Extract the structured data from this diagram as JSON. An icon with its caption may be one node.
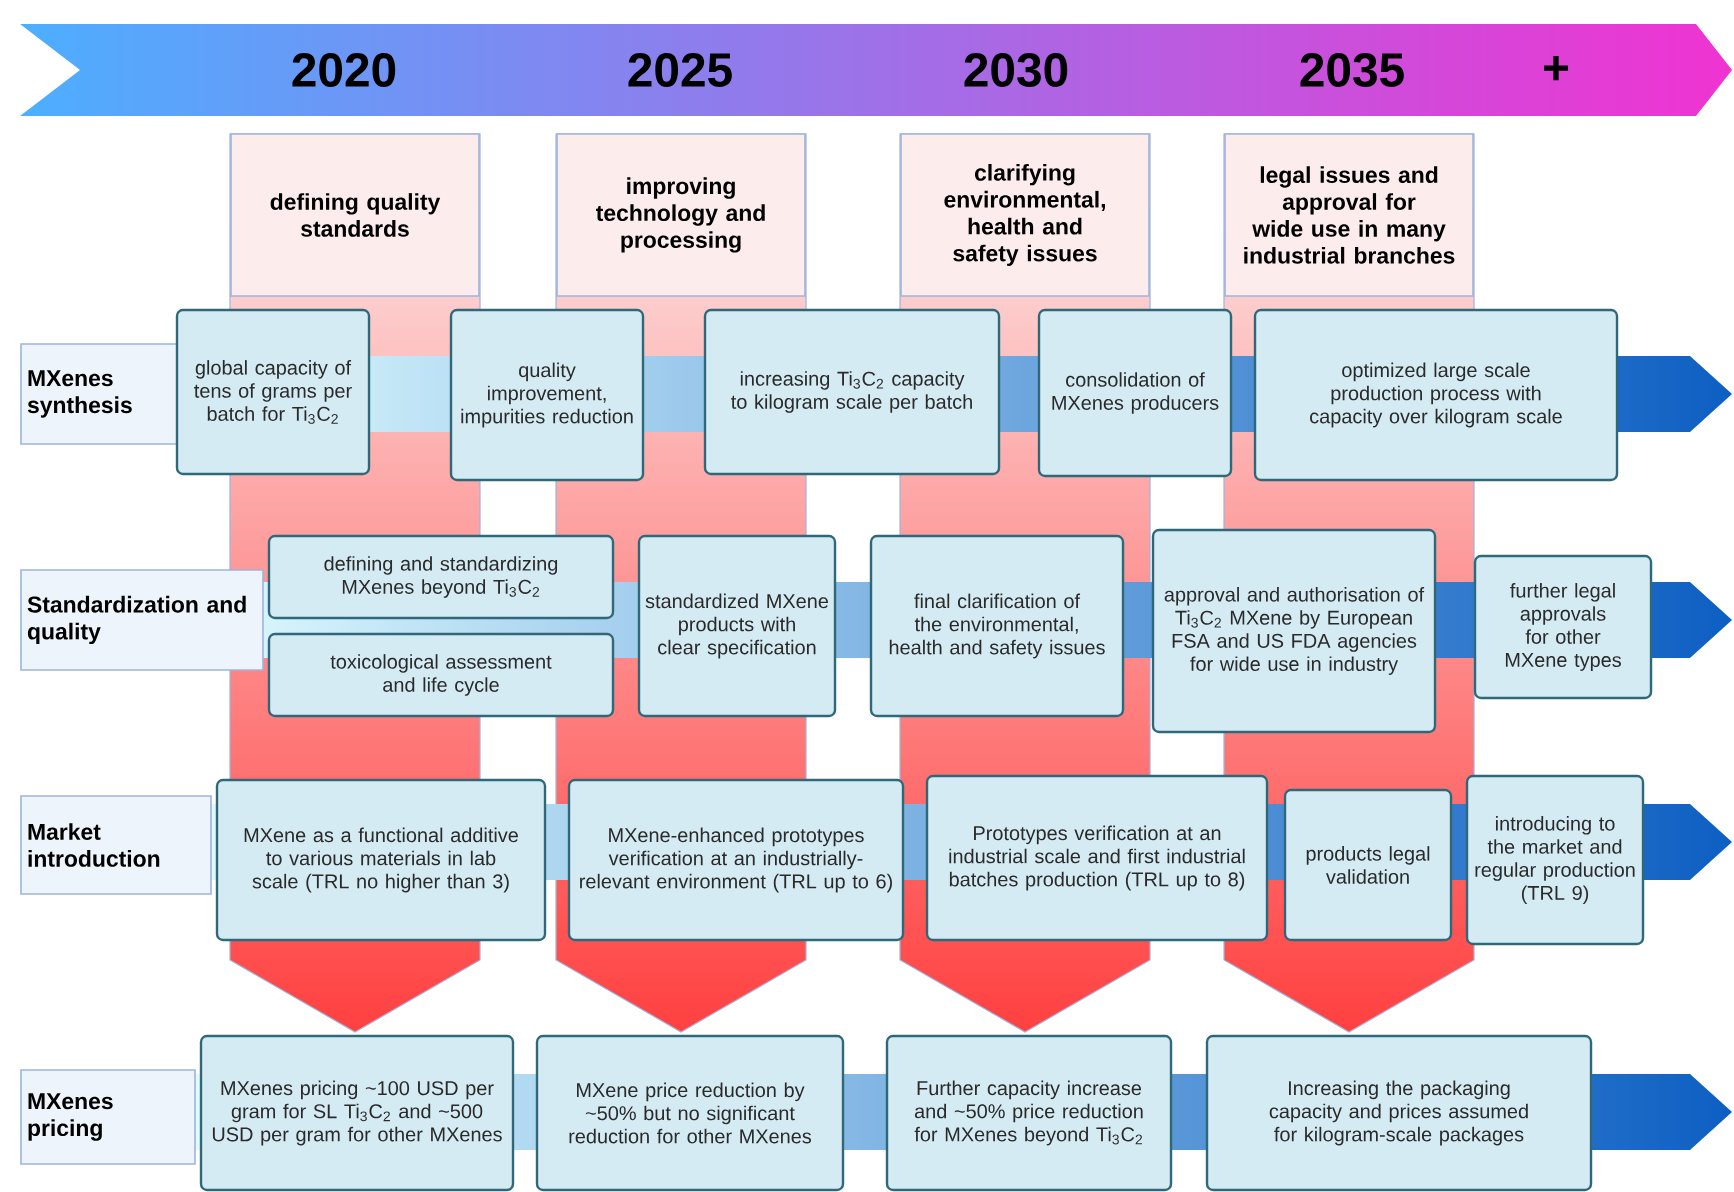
{
  "diagram": {
    "nodes": [
      {
        "text": [
          "defining quality standards"
        ]
      },
      {
        "text": [
          "improving technology and processing"
        ]
      },
      {
        "text": [
          "clarifying environmental, health and safety issues"
        ]
      },
      {
        "text": [
          "legal issues and approval for wide use in many industrial branches"
        ]
      },
      {
        "text": [
          "MXenes synthesis"
        ]
      },
      {
        "text": [
          "global capacity of tens of grams per batch for Ti$_{3}$C$_{2}$"
        ]
      },
      {
        "text": [
          "quality improvement, impurities reduction"
        ]
      },
      {
        "text": [
          "increasing Ti$_{3}$C$_{2}$ capacity to kilogram scale per batch"
        ]
      },
      {
        "text": [
          "consolidation of MXenes producers"
        ]
      },
      {
        "text": [
          "optimized large scale production process with capacity over kilogram scale"
        ]
      },
      {
        "text": [
          "Standardization and quality"
        ]
      },
      {
        "text": [
          "defining and standardizing MXenes beyond Ti$_{3}$C$_{2}$"
        ]
      },
      {
        "text": [
          "toxicological assessment and life cycle"
        ]
      },
      {
        "text": [
          "standardized MXene products with clear specification"
        ]
      },
      {
        "text": [
          "final clarification of the environmental, health and safety issues"
        ]
      },
      {
        "text": [
          "approval and authorisation of Ti$_{3}$C$_{2}$ MXene by European FSA and US FDA agencies for wide use in industry"
        ]
      },
      {
        "text": [
          "further legal approvals for other MXene types"
        ]
      },
      {
        "text": [
          "Market introduction"
        ]
      },
      {
        "text": [
          "MXene as a functional additive to various materials in lab scale (TRL no higher than 3)"
        ]
      },
      {
        "text": [
          "MXene-enhanced prototypes verification at an industrially-relevant environment (TRL up to 6)"
        ]
      },
      {
        "text": [
          "Prototypes verification at an industrial scale and first industrial batches production (TRL up to 8)"
        ]
      },
      {
        "text": [
          "products legal validation"
        ]
      },
      {
        "text": [
          "introducing to the market and regular production (TRL 9)"
        ]
      },
      {
        "text": [
          "MXenes pricing"
        ]
      },
      {
        "text": [
          "MXenes pricing ~100 USD per gram for SL Ti$_{3}$C$_{2}$ and ~500 USD per gram for other MXenes"
        ]
      },
      {
        "text": [
          "MXene price reduction by ~50% but no significant reduction for other MXenes"
        ]
      },
      {
        "text": [
          "Further capacity increase and ~50% price reduction for MXenes beyond Ti$_{3}$C$_{2}$"
        ]
      },
      {
        "text": [
          "Increasing the packaging capacity and prices assumed for kilogram-scale packages"
        ]
      }
    ],
    "labels": [
      "2020",
      "2025",
      "2030",
      "2035",
      "+"
    ]
  }
}
